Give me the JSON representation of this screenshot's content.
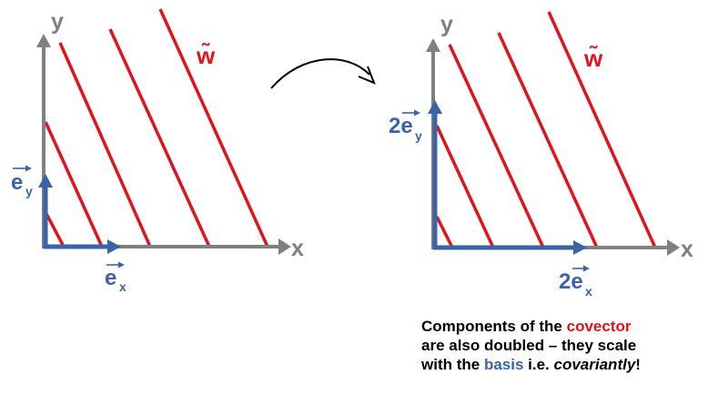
{
  "colors": {
    "axis": "#808080",
    "basis": "#3a64a8",
    "covector": "#e0141c",
    "text": "#000000"
  },
  "left_diagram": {
    "axis_x_label": "x",
    "axis_y_label": "y",
    "covector_label": "w̃",
    "basis_x_label": "e",
    "basis_x_sub": "x",
    "basis_y_label": "e",
    "basis_y_sub": "y"
  },
  "right_diagram": {
    "axis_x_label": "x",
    "axis_y_label": "y",
    "covector_label": "w̃",
    "basis_x_label": "2e",
    "basis_x_sub": "x",
    "basis_y_label": "2e",
    "basis_y_sub": "y"
  },
  "caption": {
    "line1_a": "Components of the ",
    "line1_b": "covector",
    "line2": "are also doubled – they scale",
    "line3_a": "with the ",
    "line3_b": "basis",
    "line3_c": " i.e. ",
    "line3_d": "covariantly",
    "line3_e": "!"
  }
}
